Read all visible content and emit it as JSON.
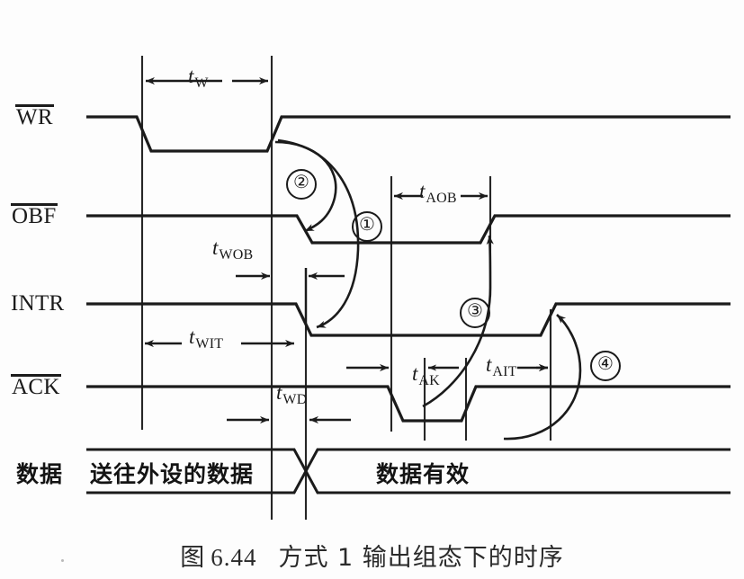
{
  "figure": {
    "caption_prefix": "图",
    "caption_number": "6.44",
    "caption_text": "方式 1 输出组态下的时序",
    "caption_full": "图 6.44   方式 1 输出组态下的时序"
  },
  "signals": [
    {
      "id": "wr",
      "name": "WR",
      "overline": true,
      "label": "WR",
      "y": 130
    },
    {
      "id": "obf",
      "name": "OBF",
      "overline": true,
      "label": "OBF",
      "y": 240
    },
    {
      "id": "intr",
      "name": "INTR",
      "overline": false,
      "label": "INTR",
      "y": 338
    },
    {
      "id": "ack",
      "name": "ACK",
      "overline": true,
      "label": "ACK",
      "y": 430
    }
  ],
  "data_bus": {
    "row_label": "数据",
    "segment_first": "送往外设的数据",
    "segment_second": "数据有效"
  },
  "timing_labels": [
    {
      "id": "tw",
      "base": "t",
      "sub": "W",
      "text": "tW"
    },
    {
      "id": "twob",
      "base": "t",
      "sub": "WOB",
      "text": "tWOB"
    },
    {
      "id": "twit",
      "base": "t",
      "sub": "WIT",
      "text": "tWIT"
    },
    {
      "id": "twd",
      "base": "t",
      "sub": "WD",
      "text": "tWD"
    },
    {
      "id": "taob",
      "base": "t",
      "sub": "AOB",
      "text": "tAOB"
    },
    {
      "id": "tak",
      "base": "t",
      "sub": "AK",
      "text": "tAK"
    },
    {
      "id": "tait",
      "base": "t",
      "sub": "AIT",
      "text": "tAIT"
    }
  ],
  "callouts": [
    {
      "id": "c1",
      "label": "①",
      "digit": "1"
    },
    {
      "id": "c2",
      "label": "②",
      "digit": "2"
    },
    {
      "id": "c3",
      "label": "③",
      "digit": "3"
    },
    {
      "id": "c4",
      "label": "④",
      "digit": "4"
    }
  ],
  "colors": {
    "ink": "#1b1b1b",
    "background": "#fdfdfd",
    "guideline": "#262626"
  },
  "chart_data": {
    "type": "line",
    "title": "方式 1 输出组态下的时序",
    "xlabel": "",
    "ylabel": "",
    "grid": false,
    "legend": "none",
    "x_guidelines": [
      158,
      302,
      340,
      435,
      472,
      518,
      545,
      612
    ],
    "series": [
      {
        "name": "WR",
        "high_y": 130,
        "low_y": 168,
        "points": [
          [
            96,
            130
          ],
          [
            152,
            130
          ],
          [
            166,
            168
          ],
          [
            297,
            168
          ],
          [
            312,
            130
          ],
          [
            812,
            130
          ]
        ],
        "description": "active-low write strobe; falls at first guideline, rises at second guideline"
      },
      {
        "name": "OBF",
        "high_y": 240,
        "low_y": 270,
        "points": [
          [
            96,
            240
          ],
          [
            330,
            240
          ],
          [
            345,
            270
          ],
          [
            535,
            270
          ],
          [
            549,
            240
          ],
          [
            812,
            240
          ]
        ],
        "description": "output buffer full, goes low after WR rising edge, returns high after ACK"
      },
      {
        "name": "INTR",
        "high_y": 338,
        "low_y": 373,
        "points": [
          [
            96,
            338
          ],
          [
            330,
            338
          ],
          [
            345,
            373
          ],
          [
            602,
            373
          ],
          [
            617,
            338
          ],
          [
            812,
            338
          ]
        ],
        "description": "interrupt request, deasserted after WR, reasserted after ACK"
      },
      {
        "name": "ACK",
        "high_y": 430,
        "low_y": 468,
        "points": [
          [
            96,
            430
          ],
          [
            432,
            430
          ],
          [
            446,
            468
          ],
          [
            514,
            468
          ],
          [
            528,
            430
          ],
          [
            812,
            430
          ]
        ],
        "description": "active-low acknowledge from peripheral"
      }
    ],
    "bus": {
      "name": "DATA",
      "top_y": 500,
      "bottom_y": 548,
      "cross_x": 340,
      "start_x": 96,
      "end_x": 812,
      "segments": [
        "送往外设的数据",
        "数据有效"
      ]
    },
    "interval_measures": [
      {
        "label": "tW",
        "from_x": 158,
        "to_x": 302,
        "y": 90
      },
      {
        "label": "tWOB",
        "from_x": 302,
        "to_x": 340,
        "y": 307
      },
      {
        "label": "tWIT",
        "from_x": 158,
        "to_x": 330,
        "y": 382
      },
      {
        "label": "tWD",
        "from_x": 302,
        "to_x": 340,
        "y": 467
      },
      {
        "label": "tAOB",
        "from_x": 435,
        "to_x": 545,
        "y": 218
      },
      {
        "label": "tAK",
        "from_x": 400,
        "to_x": 472,
        "y": 414
      },
      {
        "label": "tAIT",
        "from_x": 472,
        "to_x": 612,
        "y": 414
      }
    ],
    "causal_arrows": [
      {
        "id": "2",
        "from": "WR rising edge",
        "to": "OBF falling edge"
      },
      {
        "id": "1",
        "from": "WR rising edge",
        "to": "INTR falling edge"
      },
      {
        "id": "3",
        "from": "ACK falling edge",
        "to": "OBF rising edge"
      },
      {
        "id": "4",
        "from": "ACK rising edge",
        "to": "INTR rising edge"
      }
    ]
  }
}
